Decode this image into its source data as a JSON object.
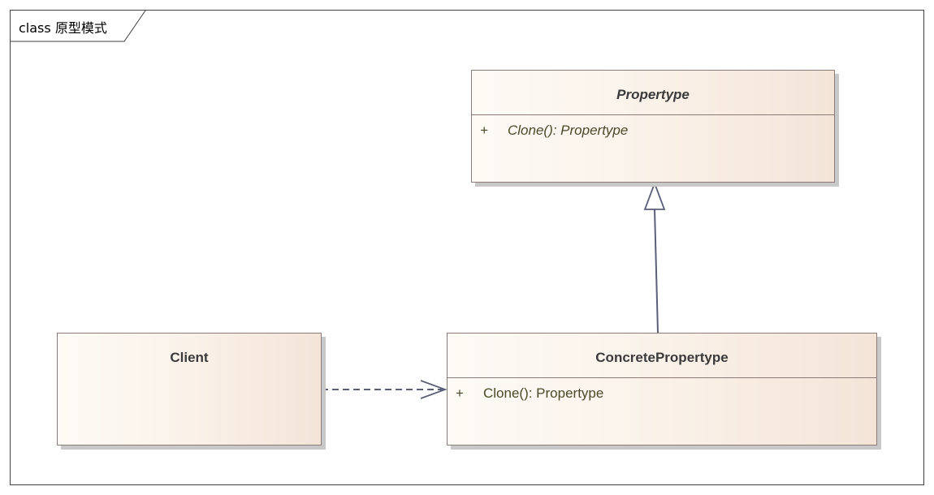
{
  "frame": {
    "keyword": "class",
    "name": "原型模式"
  },
  "classes": {
    "prototype": {
      "name": "Propertype",
      "abstract": true,
      "operations": [
        {
          "visibility": "+",
          "signature": "Clone(): Propertype"
        }
      ]
    },
    "client": {
      "name": "Client"
    },
    "concrete": {
      "name": "ConcretePropertype",
      "operations": [
        {
          "visibility": "+",
          "signature": "Clone(): Propertype"
        }
      ]
    }
  },
  "relations": [
    {
      "type": "generalization",
      "from": "ConcretePropertype",
      "to": "Propertype"
    },
    {
      "type": "dependency",
      "from": "Client",
      "to": "ConcretePropertype"
    }
  ],
  "colors": {
    "class_border": "#8b7b78",
    "connector": "#5a5f7a",
    "operation_text": "#4a4a2a"
  }
}
